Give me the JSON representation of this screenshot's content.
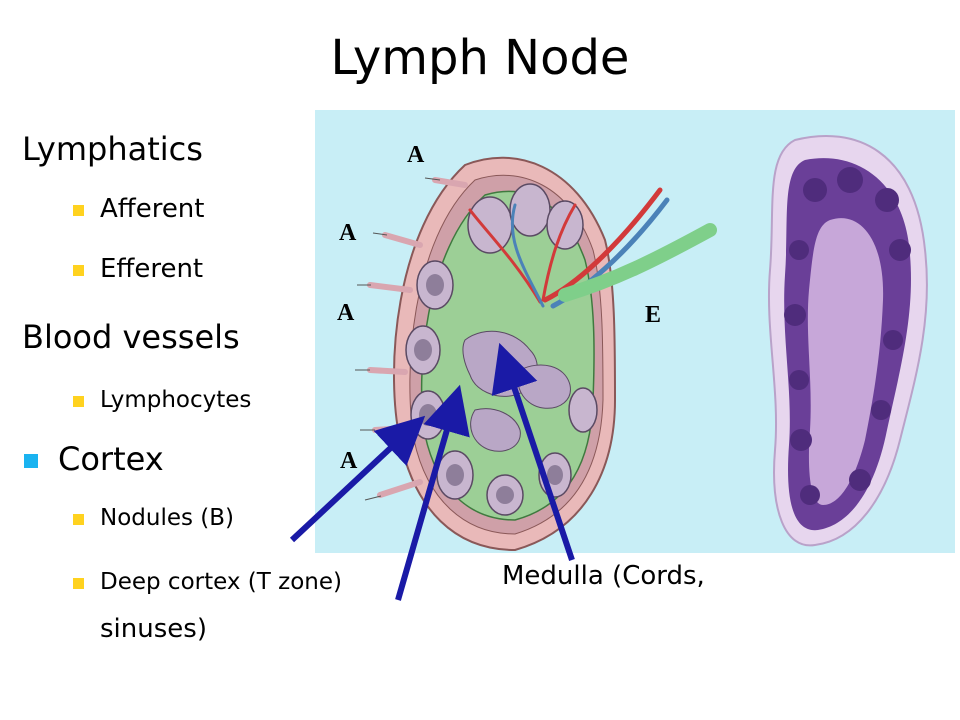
{
  "slide": {
    "title": "Lymph Node"
  },
  "outline": {
    "lymphatics": "Lymphatics",
    "afferent": "Afferent",
    "efferent": "Efferent",
    "blood_vessels": "Blood vessels",
    "lymphocytes": "Lymphocytes",
    "cortex": "Cortex",
    "nodules": "Nodules (B)",
    "deep_cortex": "Deep cortex (T zone)",
    "medulla_line1": "Medulla (Cords,",
    "medulla_line2": "sinuses)"
  },
  "diagram": {
    "labels": {
      "afferent_a": "A",
      "efferent_e": "E"
    }
  },
  "colors": {
    "bullet_small": "#ffd21f",
    "bullet_large": "#1ab3f0",
    "arrow": "#1a1aa6",
    "figure_bg": "#c8eef6"
  }
}
